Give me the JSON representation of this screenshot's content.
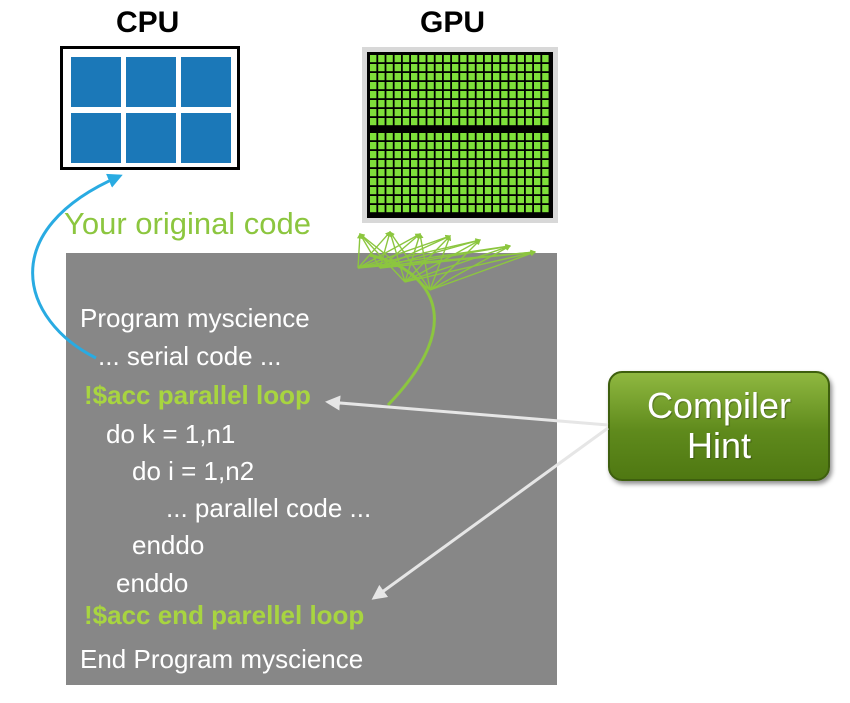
{
  "cpu": {
    "title": "CPU",
    "cores": 6
  },
  "gpu": {
    "title": "GPU"
  },
  "original_code_label": "Your original code",
  "code": {
    "lines": [
      {
        "text": "Program myscience",
        "hint": false
      },
      {
        "text": "... serial code ...",
        "hint": false
      },
      {
        "text": "!$acc parallel loop",
        "hint": true
      },
      {
        "text": "do k = 1,n1",
        "hint": false
      },
      {
        "text": "do i = 1,n2",
        "hint": false
      },
      {
        "text": "... parallel code ...",
        "hint": false
      },
      {
        "text": "enddo",
        "hint": false
      },
      {
        "text": "enddo",
        "hint": false
      },
      {
        "text": "!$acc end parellel loop",
        "hint": true
      },
      {
        "text": "End Program myscience",
        "hint": false
      }
    ]
  },
  "compiler_hint": {
    "line1": "Compiler",
    "line2": "Hint"
  },
  "colors": {
    "cpu_core": "#1b78b8",
    "gpu_core": "#7ee03a",
    "hint_text": "#a8d540",
    "code_panel": "#878787",
    "serial_arrow": "#29abe2",
    "parallel_arrow": "#8cc63f",
    "hint_arrow": "#e6e6e6"
  }
}
